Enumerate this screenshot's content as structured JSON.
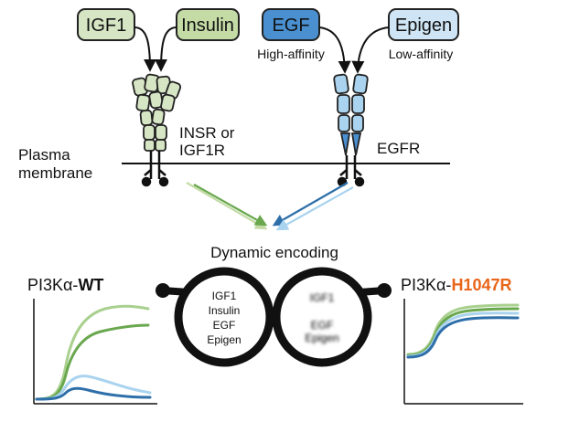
{
  "ligands": {
    "igf1": "IGF1",
    "insulin": "Insulin",
    "egf": "EGF",
    "epigen": "Epigen",
    "egf_affinity": "High-affinity",
    "epigen_affinity": "Low-affinity"
  },
  "receptors": {
    "insr": [
      "INSR or",
      "IGF1R"
    ],
    "egfr": "EGFR"
  },
  "membrane": [
    "Plasma",
    "membrane"
  ],
  "encoding_title": "Dynamic encoding",
  "glasses": {
    "left_lens": [
      "IGF1",
      "Insulin",
      "EGF",
      "Epigen"
    ],
    "right_lens": [
      "IGF1",
      "EGF",
      "Epigen"
    ]
  },
  "panels": {
    "wt": {
      "prefix": "PI3Kα-",
      "variant": "WT",
      "variant_color": "#111111"
    },
    "mutant": {
      "prefix": "PI3Kα-",
      "variant": "H1047R",
      "variant_color": "#e8651a"
    }
  },
  "colors": {
    "insr_green": "#d6e5c4",
    "insulin_green": "#c4dba6",
    "egf_blue": "#4a90d0",
    "epigen_blue": "#cfe5f5",
    "igf1_curve": "#a9d08e",
    "insulin_curve": "#6aa84f",
    "egf_curve": "#2e6faa",
    "epigen_curve": "#a9d3ee"
  }
}
